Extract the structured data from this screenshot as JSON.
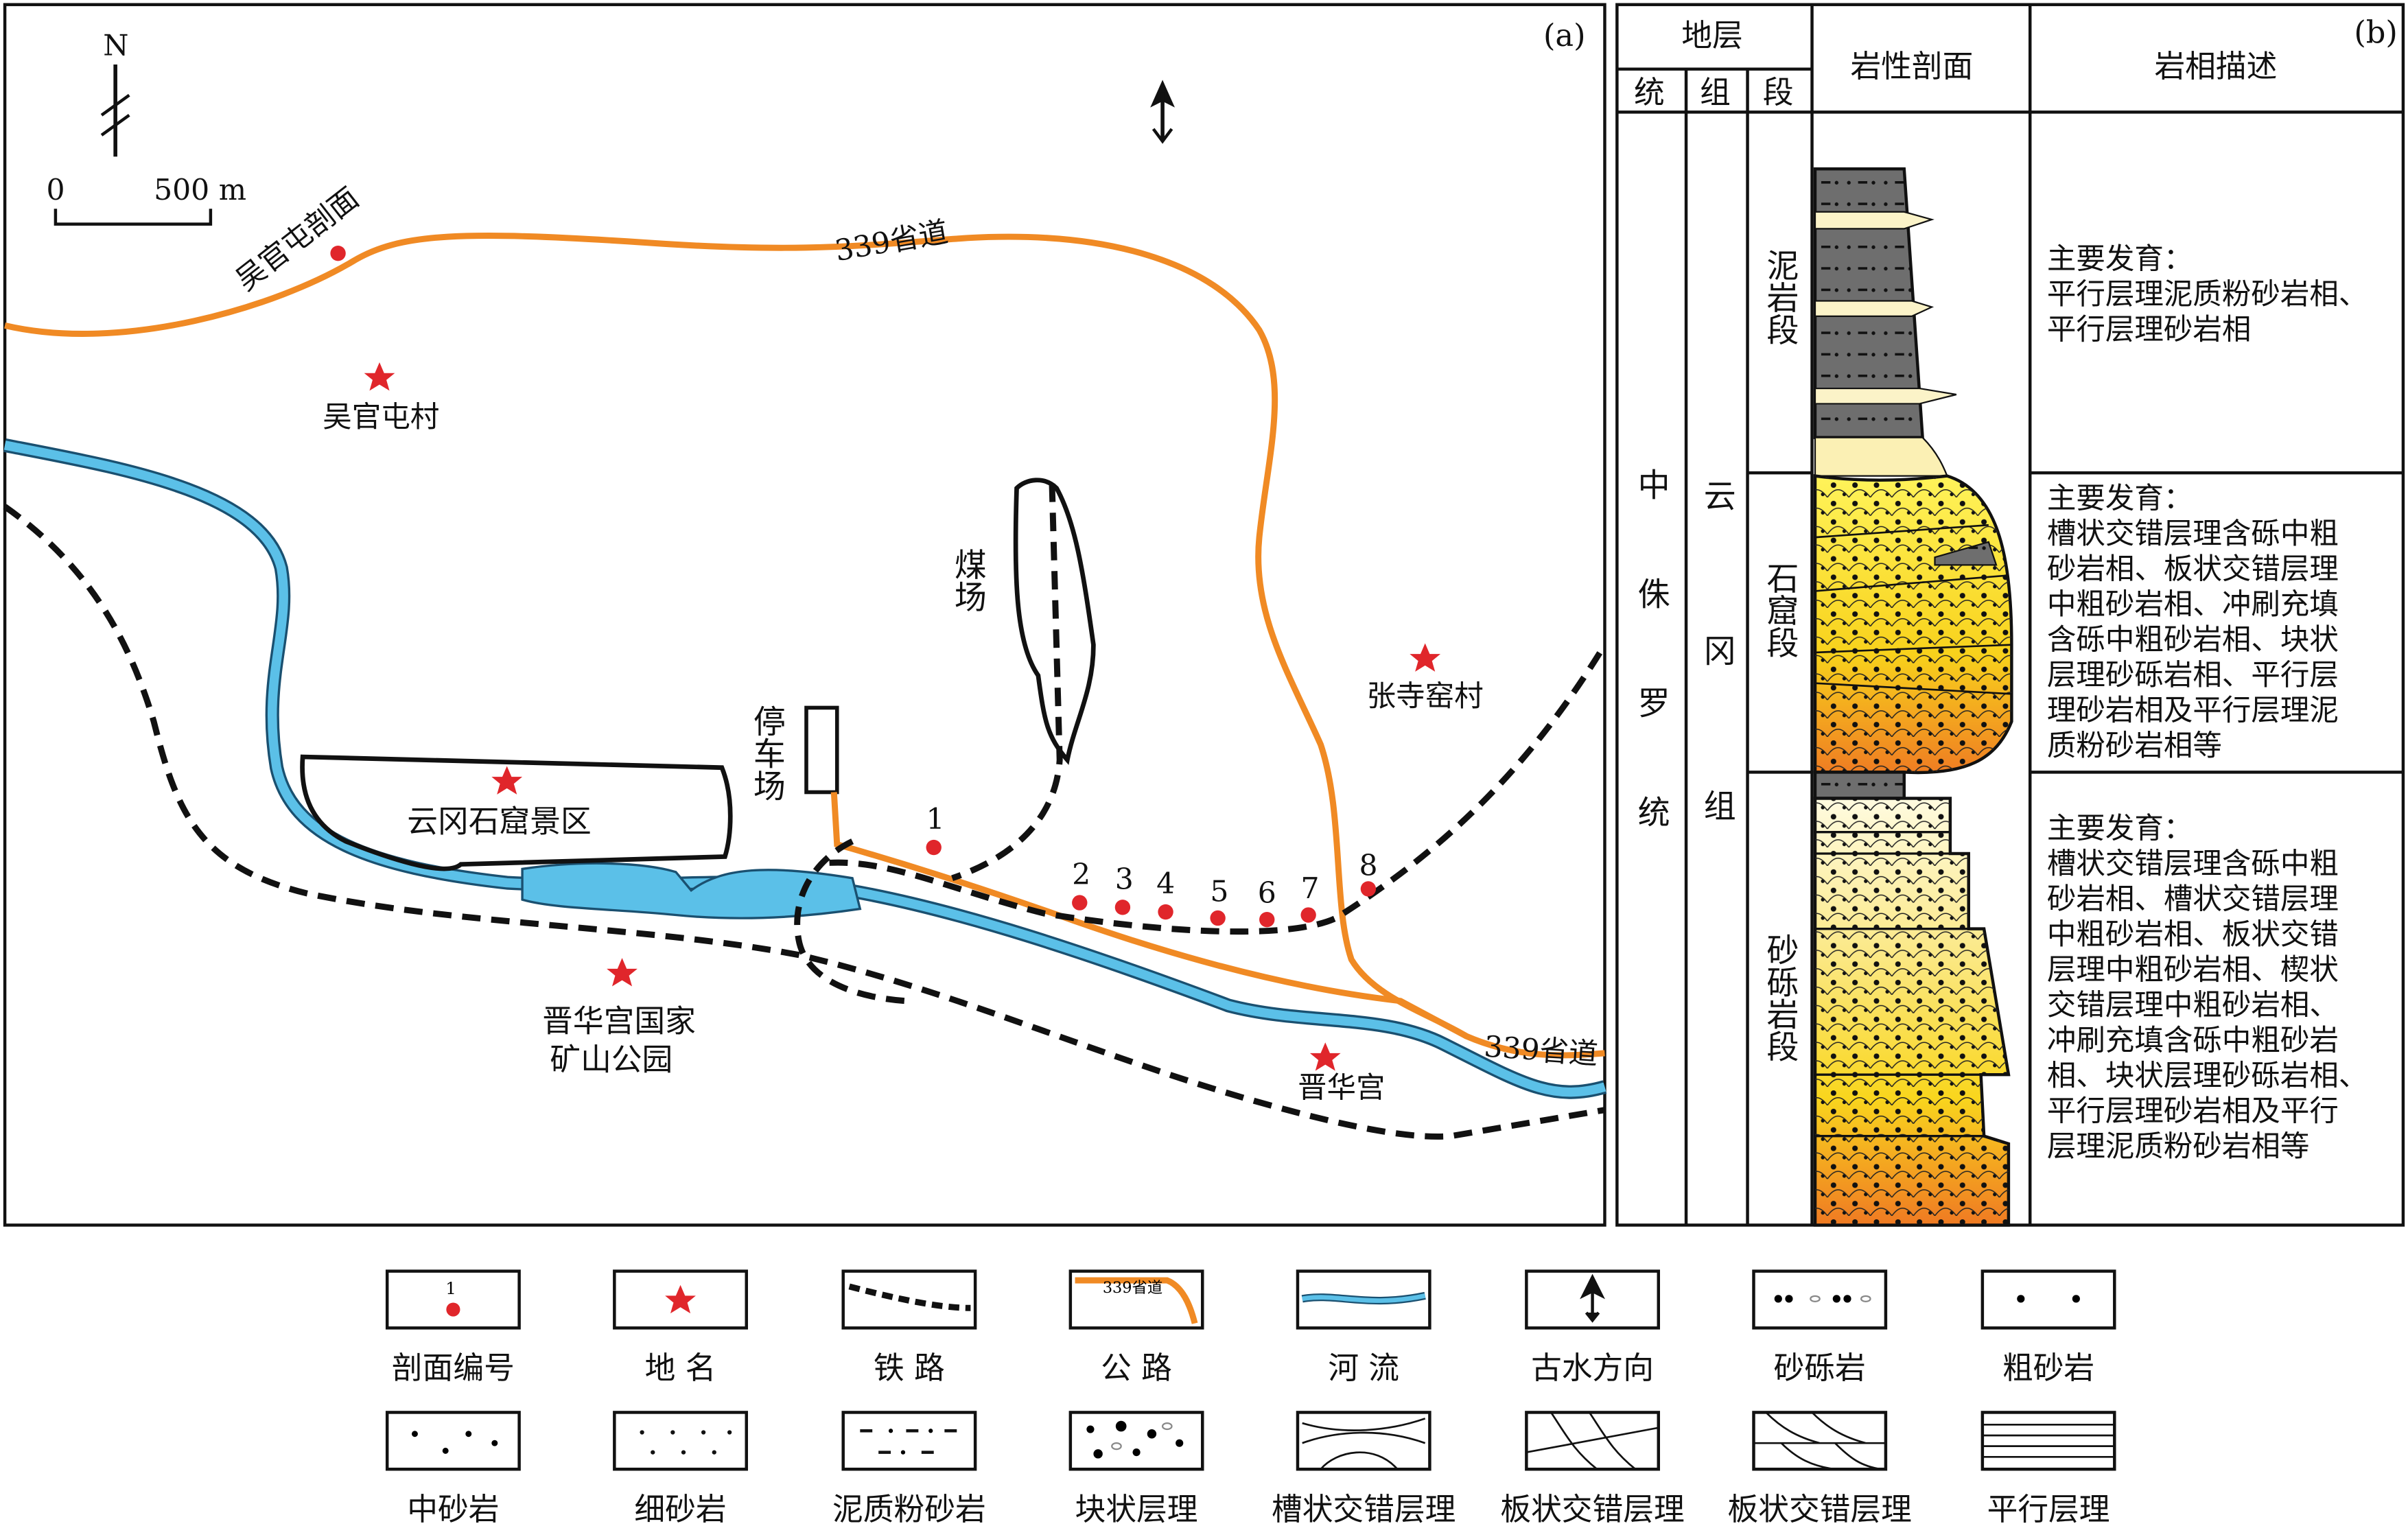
{
  "map": {
    "panel_label": "(a)",
    "north": "N",
    "scale": {
      "zero": "0",
      "distance": "500 m"
    },
    "road_labels": [
      "339省道",
      "339省道"
    ],
    "places": [
      {
        "name": "吴官屯剖面",
        "type": "section"
      },
      {
        "name": "吴官屯村",
        "type": "star"
      },
      {
        "name": "云冈石窟景区",
        "type": "star"
      },
      {
        "name": "张寺窑村",
        "type": "star"
      },
      {
        "name": "晋华宫国家",
        "type": "star"
      },
      {
        "name": "矿山公园",
        "type": "star-line2"
      },
      {
        "name": "晋华宫",
        "type": "star"
      },
      {
        "name": "煤场",
        "type": "area"
      },
      {
        "name": "停车场",
        "type": "area"
      }
    ],
    "section_points": [
      "1",
      "2",
      "3",
      "4",
      "5",
      "6",
      "7",
      "8"
    ],
    "colors": {
      "road": "#f08a24",
      "river": "#5bc0e8",
      "point": "#e0262b"
    }
  },
  "column": {
    "panel_label": "(b)",
    "header": {
      "strata": "地层",
      "series": "统",
      "formation": "组",
      "member": "段",
      "lithology": "岩性剖面",
      "facies": "岩相描述"
    },
    "series_name": "中侏罗统",
    "formation_name": "云冈组",
    "members": [
      {
        "name": "泥岩段",
        "desc": [
          "主要发育：",
          "平行层理泥质粉砂岩相、",
          "平行层理砂岩相"
        ]
      },
      {
        "name": "石窟段",
        "desc": [
          "主要发育：",
          "槽状交错层理含砾中粗",
          "砂岩相、板状交错层理",
          "中粗砂岩相、冲刷充填",
          "含砾中粗砂岩相、块状",
          "层理砂砾岩相、平行层",
          "理砂岩相及平行层理泥",
          "质粉砂岩相等"
        ]
      },
      {
        "name": "砂砾岩段",
        "desc": [
          "主要发育：",
          "槽状交错层理含砾中粗",
          "砂岩相、槽状交错层理",
          "中粗砂岩相、板状交错",
          "层理中粗砂岩相、楔状",
          "交错层理中粗砂岩相、",
          "冲刷充填含砾中粗砂岩",
          "相、块状层理砂砾岩相、",
          "平行层理砂岩相及平行",
          "层理泥质粉砂岩相等"
        ]
      }
    ]
  },
  "legend": {
    "row1": [
      "剖面编号",
      "地 名",
      "铁 路",
      "公 路",
      "河 流",
      "古水方向",
      "砂砾岩",
      "粗砂岩"
    ],
    "row2": [
      "中砂岩",
      "细砂岩",
      "泥质粉砂岩",
      "块状层理",
      "槽状交错层理",
      "板状交错层理",
      "板状交错层理",
      "平行层理"
    ],
    "sample_point": "1",
    "sample_road": "339省道"
  }
}
